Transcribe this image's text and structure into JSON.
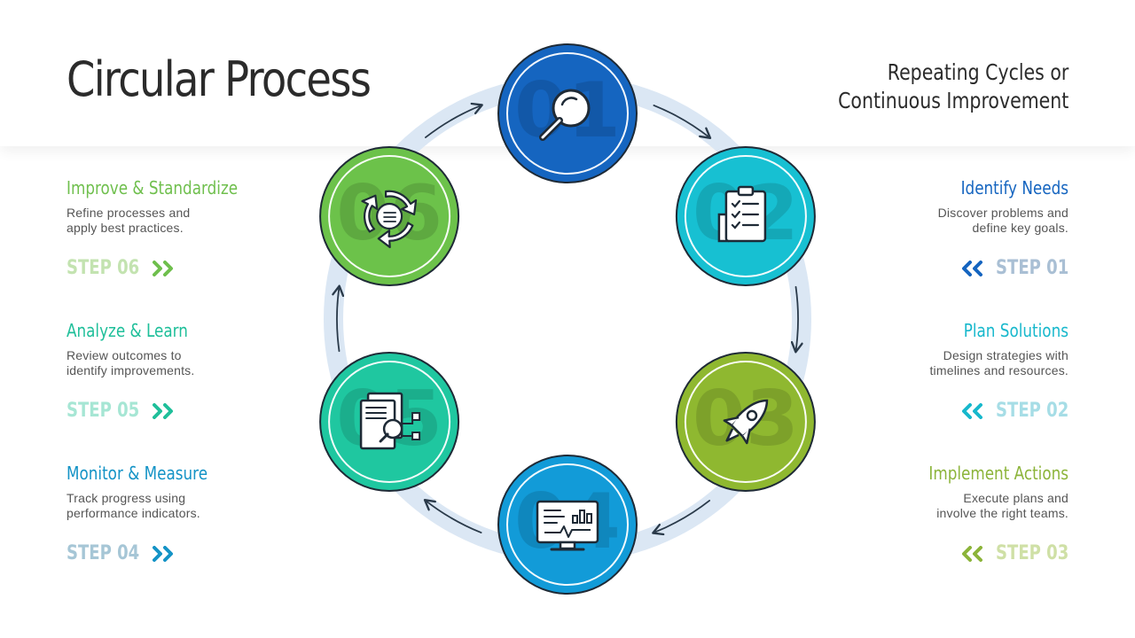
{
  "title": "Circular Process",
  "subtitle": [
    "Repeating Cycles or",
    "Continuous Improvement"
  ],
  "steps": [
    {
      "number": "01",
      "label": "STEP 01",
      "heading": "Identify Needs",
      "description": [
        "Discover problems and",
        "define key goals."
      ],
      "icon": "magnifier-icon",
      "color": "#1565c0",
      "heading_color": "#1565c0",
      "label_color": "#a9bfd4",
      "arrow_color": "#1565c0"
    },
    {
      "number": "02",
      "label": "STEP 02",
      "heading": "Plan Solutions",
      "description": [
        "Design strategies with",
        "timelines and resources."
      ],
      "icon": "clipboard-checklist-icon",
      "color": "#17c0d2",
      "heading_color": "#17b8cc",
      "label_color": "#a6dde6",
      "arrow_color": "#17b8cc"
    },
    {
      "number": "03",
      "label": "STEP 03",
      "heading": "Implement Actions",
      "description": [
        "Execute plans and",
        "involve the right teams."
      ],
      "icon": "rocket-icon",
      "color": "#8fb830",
      "heading_color": "#8cb43a",
      "label_color": "#cfe0a6",
      "arrow_color": "#8cb43a"
    },
    {
      "number": "04",
      "label": "STEP 04",
      "heading": "Monitor & Measure",
      "description": [
        "Track progress using",
        "performance indicators."
      ],
      "icon": "monitor-analytics-icon",
      "color": "#129bd8",
      "heading_color": "#1493c6",
      "label_color": "#a6c6d6",
      "arrow_color": "#1493c6"
    },
    {
      "number": "05",
      "label": "STEP 05",
      "heading": "Analyze & Learn",
      "description": [
        "Review outcomes to",
        "identify improvements."
      ],
      "icon": "document-analysis-icon",
      "color": "#1fc7a0",
      "heading_color": "#1fbf9a",
      "label_color": "#a6e6d4",
      "arrow_color": "#1fbf9a"
    },
    {
      "number": "06",
      "label": "STEP 06",
      "heading": "Improve & Standardize",
      "description": [
        "Refine processes and",
        "apply best practices."
      ],
      "icon": "cycle-arrows-icon",
      "color": "#6cc24a",
      "heading_color": "#6fbf4d",
      "label_color": "#c3e3b0",
      "arrow_color": "#6fbf4d"
    }
  ],
  "colors": {
    "ring": "#dbe7f4",
    "flow_arrow": "#2a3a4a",
    "text": "#2b2b2b",
    "description": "#555555"
  }
}
